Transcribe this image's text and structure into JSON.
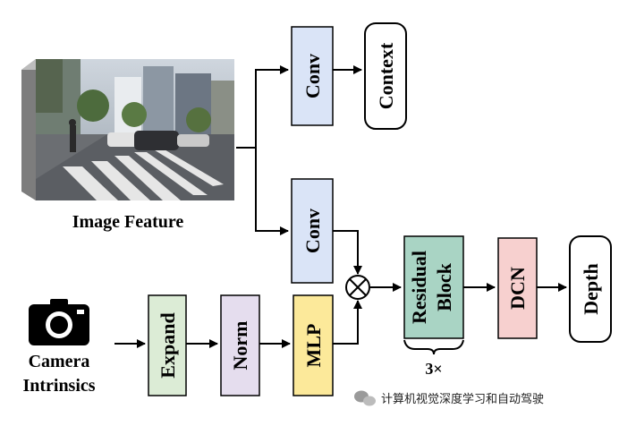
{
  "labels": {
    "image_feature": "Image Feature",
    "camera_line1": "Camera",
    "camera_line2": "Intrinsics",
    "conv_top": "Conv",
    "context": "Context",
    "conv_mid": "Conv",
    "expand": "Expand",
    "norm": "Norm",
    "mlp": "MLP",
    "residual_line1": "Residual",
    "residual_line2": "Block",
    "dcn": "DCN",
    "depth": "Depth",
    "repeat": "3×",
    "watermark": "计算机视觉深度学习和自动驾驶"
  },
  "colors": {
    "conv_fill": "#dae4f7",
    "mlp_fill": "#fce99a",
    "expand_fill": "#dcecd6",
    "norm_fill": "#e5ddee",
    "residual_fill": "#a9d4c4",
    "dcn_fill": "#f7d0cf",
    "output_fill": "#ffffff",
    "stroke": "#000000"
  },
  "icons": {
    "camera": "camera-icon",
    "multiply": "multiply-operator-icon",
    "watermark": "wechat-icon"
  }
}
